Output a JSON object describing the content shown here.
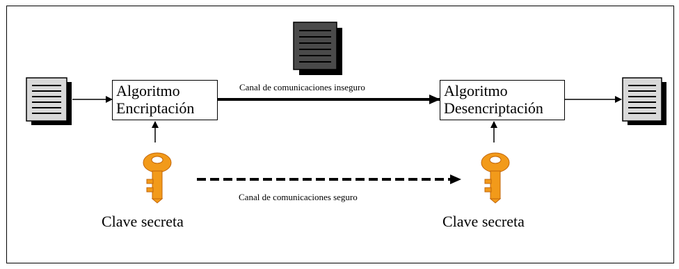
{
  "diagram": {
    "encrypt_box": {
      "line1": "Algoritmo",
      "line2": "Encriptación"
    },
    "decrypt_box": {
      "line1": "Algoritmo",
      "line2": "Desencriptación"
    },
    "insecure_channel_label": "Canal de comunicaciones inseguro",
    "secure_channel_label": "Canal de comunicaciones seguro",
    "key_left_label": "Clave secreta",
    "key_right_label": "Clave secreta",
    "colors": {
      "key_fill": "#f29a1a",
      "key_dark": "#c2660a",
      "doc_light": "#d9d9d9",
      "doc_dark": "#4a4a4a"
    },
    "icons": [
      "document-icon",
      "key-icon"
    ]
  }
}
